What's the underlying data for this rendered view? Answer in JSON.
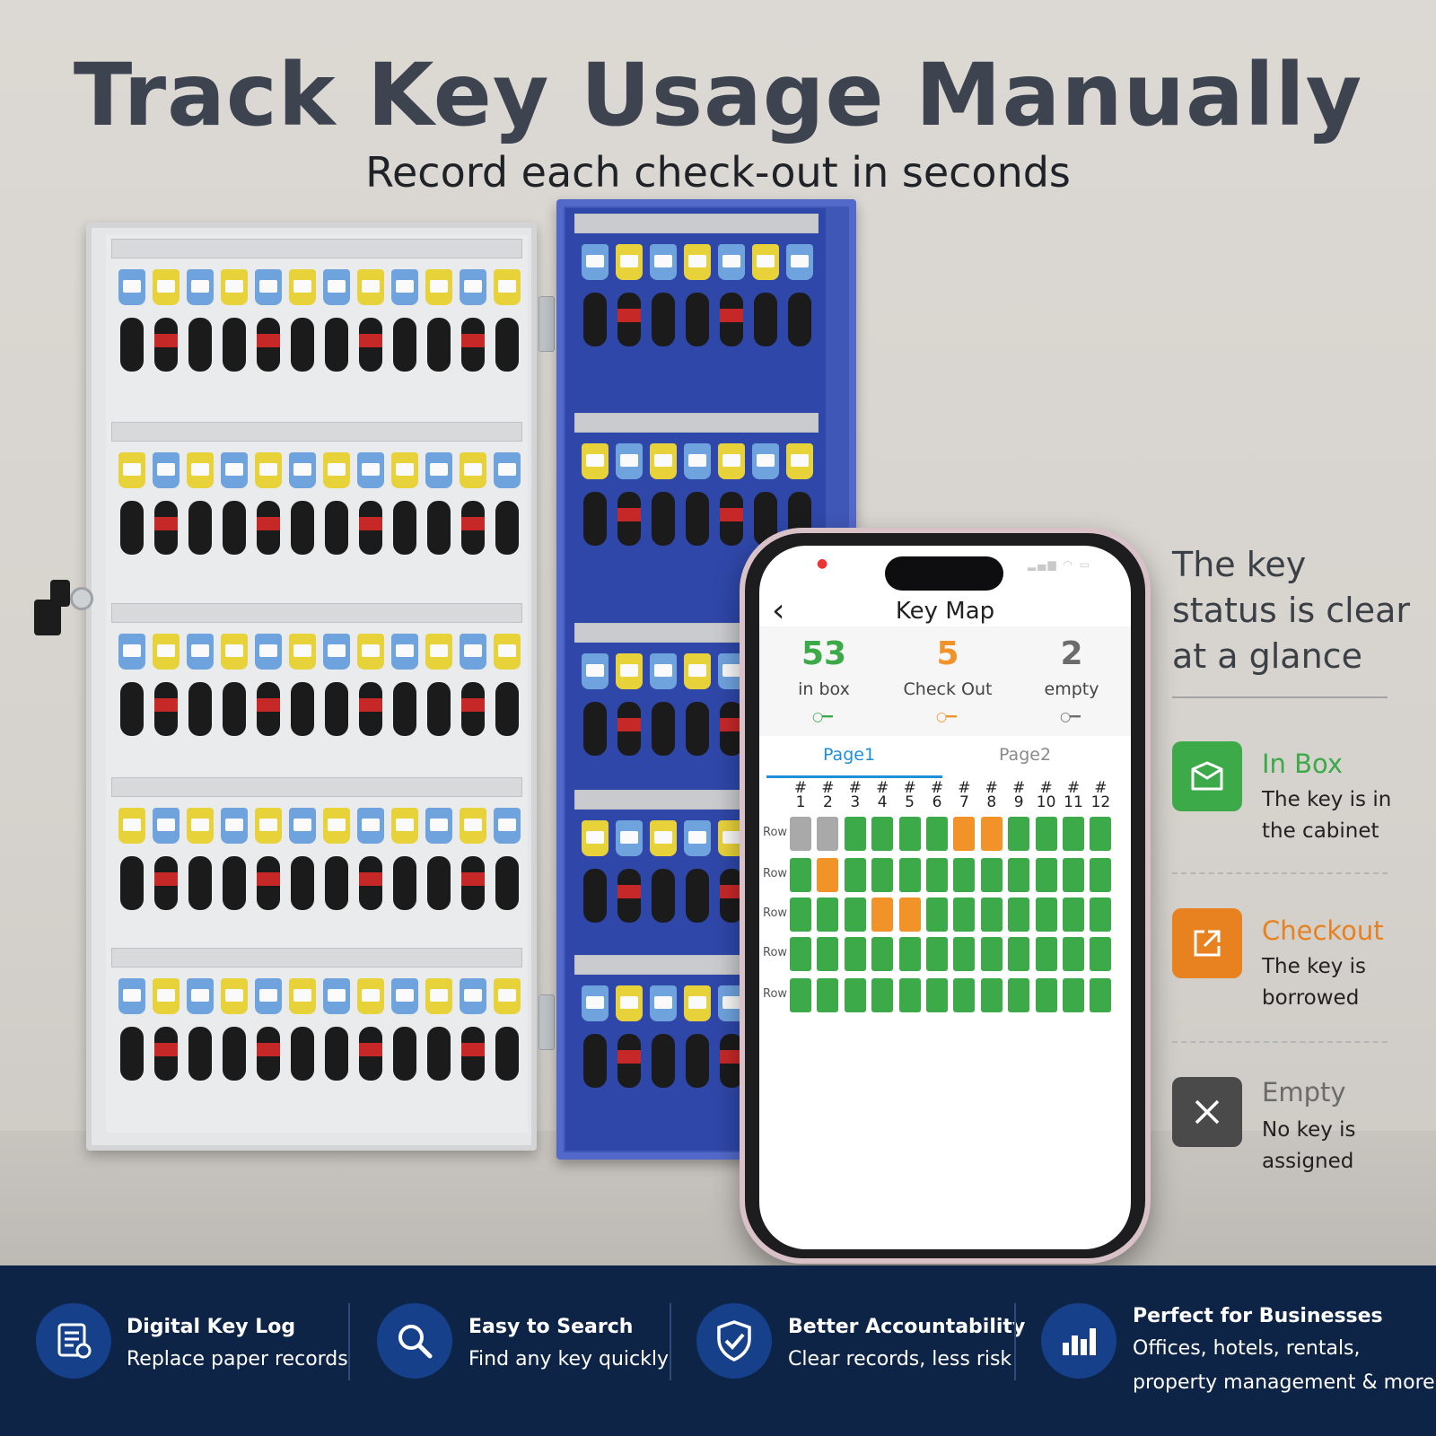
{
  "headline": "Track Key Usage Manually",
  "subheadline": "Record each check-out in seconds",
  "phone": {
    "nav_back_glyph": "‹",
    "title": "Key Map",
    "stats": [
      {
        "value": "53",
        "label": "in box",
        "color": "#3daa4a",
        "icon": "key-icon"
      },
      {
        "value": "5",
        "label": "Check Out",
        "color": "#f2932a",
        "icon": "key-icon"
      },
      {
        "value": "2",
        "label": "empty",
        "color": "#6b6b6b",
        "icon": "key-icon"
      }
    ],
    "tabs": [
      "Page1",
      "Page2"
    ],
    "active_tab": "Page1",
    "columns": [
      "1",
      "2",
      "3",
      "4",
      "5",
      "6",
      "7",
      "8",
      "9",
      "10",
      "11",
      "12"
    ],
    "rows": [
      {
        "label": "Row 1",
        "cells": [
          "empty",
          "empty",
          "in",
          "in",
          "in",
          "in",
          "out",
          "out",
          "in",
          "in",
          "in",
          "in"
        ]
      },
      {
        "label": "Row 2",
        "cells": [
          "in",
          "out",
          "in",
          "in",
          "in",
          "in",
          "in",
          "in",
          "in",
          "in",
          "in",
          "in"
        ]
      },
      {
        "label": "Row 3",
        "cells": [
          "in",
          "in",
          "in",
          "out",
          "out",
          "in",
          "in",
          "in",
          "in",
          "in",
          "in",
          "in"
        ]
      },
      {
        "label": "Row 4",
        "cells": [
          "in",
          "in",
          "in",
          "in",
          "in",
          "in",
          "in",
          "in",
          "in",
          "in",
          "in",
          "in"
        ]
      },
      {
        "label": "Row 5",
        "cells": [
          "in",
          "in",
          "in",
          "in",
          "in",
          "in",
          "in",
          "in",
          "in",
          "in",
          "in",
          "in"
        ]
      }
    ],
    "status_colors": {
      "in": "#3daa4a",
      "out": "#f2932a",
      "empty": "#a9a9a9"
    }
  },
  "legend": {
    "title_lines": [
      "The key",
      "status is clear",
      "at a glance"
    ],
    "items": [
      {
        "name": "In Box",
        "desc_lines": [
          "The key is in",
          "the cabinet"
        ],
        "color": "#3daa4a",
        "icon": "box-icon"
      },
      {
        "name": "Checkout",
        "desc_lines": [
          "The key is",
          "borrowed"
        ],
        "color": "#e8811f",
        "icon": "external-link-icon"
      },
      {
        "name": "Empty",
        "desc_lines": [
          "No key is",
          "assigned"
        ],
        "color": "#4a4a4a",
        "icon": "close-icon"
      }
    ]
  },
  "features": [
    {
      "title": "Digital Key Log",
      "desc_lines": [
        "Replace paper records"
      ],
      "icon": "document-log-icon"
    },
    {
      "title": "Easy to Search",
      "desc_lines": [
        "Find any key quickly"
      ],
      "icon": "search-icon"
    },
    {
      "title": "Better Accountability",
      "desc_lines": [
        "Clear records, less risk"
      ],
      "icon": "shield-check-icon"
    },
    {
      "title": "Perfect for Businesses",
      "desc_lines": [
        "Offices, hotels, rentals,",
        "property management & more"
      ],
      "icon": "bar-chart-icon"
    }
  ],
  "colors": {
    "banner": "#0d2447",
    "icon_circle": "#16418a",
    "headline": "#3d4450",
    "cabinet_door": "#3f57b6"
  }
}
